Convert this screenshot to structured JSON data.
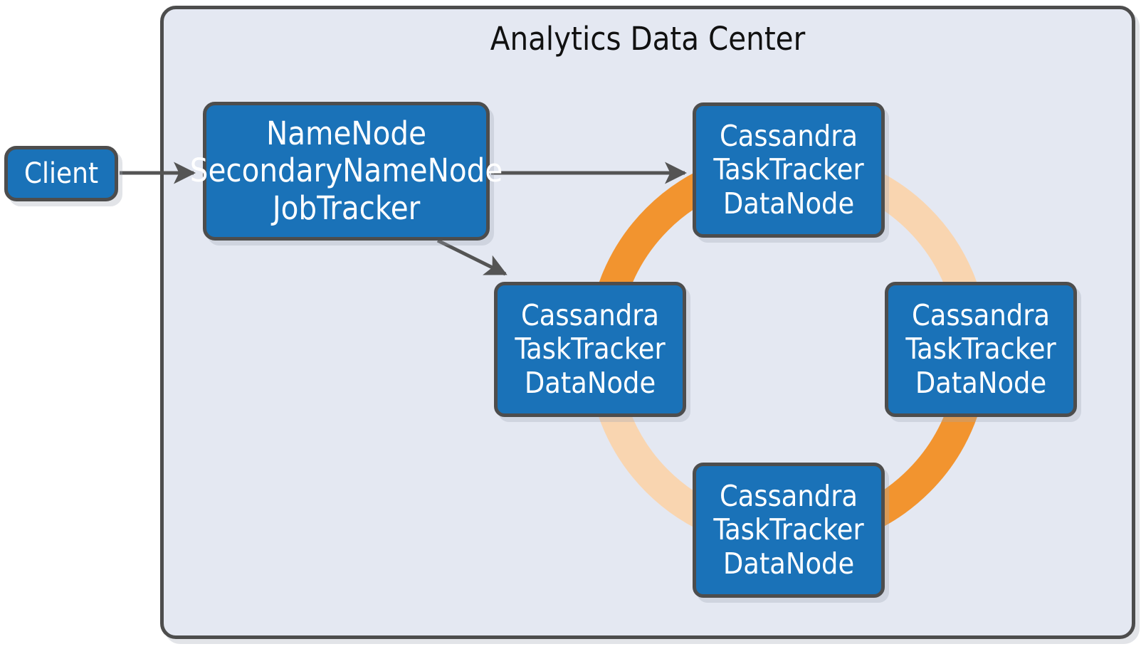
{
  "diagram": {
    "title": "Analytics Data Center",
    "type": "architecture-diagram",
    "colors": {
      "node_fill": "#1a72b8",
      "node_border": "#4d4d4d",
      "node_text": "#ffffff",
      "container_fill": "#e4e8f2",
      "container_border": "#4d4d4d",
      "ring_orange_dark": "#f2942f",
      "ring_orange_light": "#f9d5b0",
      "arrow": "#545454",
      "canvas": "#ffffff"
    }
  },
  "client": {
    "label": "Client"
  },
  "master_node": {
    "lines": [
      "NameNode",
      "SecondaryNameNode",
      "JobTracker"
    ]
  },
  "ring_nodes": [
    {
      "id": "node-top-right",
      "lines": [
        "Cassandra",
        "TaskTracker",
        "DataNode"
      ]
    },
    {
      "id": "node-right",
      "lines": [
        "Cassandra",
        "TaskTracker",
        "DataNode"
      ]
    },
    {
      "id": "node-bottom",
      "lines": [
        "Cassandra",
        "TaskTracker",
        "DataNode"
      ]
    },
    {
      "id": "node-left",
      "lines": [
        "Cassandra",
        "TaskTracker",
        "DataNode"
      ]
    }
  ],
  "connections": [
    {
      "id": "client-to-master",
      "from": "Client",
      "to": "NameNode / SecondaryNameNode / JobTracker",
      "style": "solid-arrow"
    },
    {
      "id": "master-to-top-right",
      "from": "NameNode / SecondaryNameNode / JobTracker",
      "to": "Cassandra / TaskTracker / DataNode (top right)",
      "style": "solid-arrow"
    },
    {
      "id": "master-to-left",
      "from": "NameNode / SecondaryNameNode / JobTracker",
      "to": "Cassandra / TaskTracker / DataNode (left)",
      "style": "solid-arrow"
    },
    {
      "id": "cluster-ring",
      "description": "Cassandra ring connecting the four data nodes",
      "style": "orange-ring"
    }
  ]
}
